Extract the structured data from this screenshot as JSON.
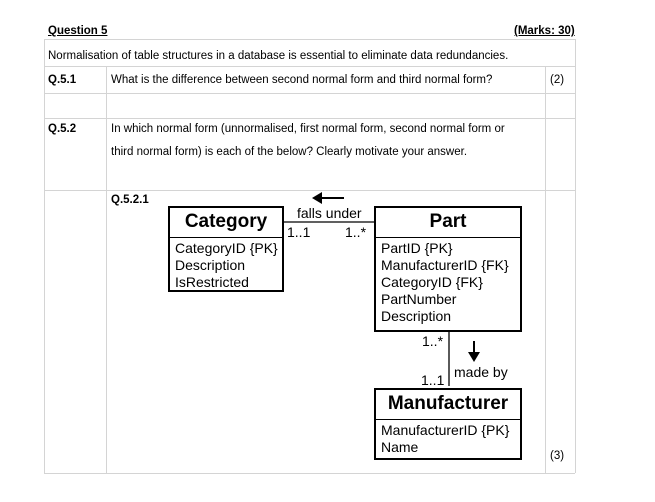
{
  "question": {
    "title": "Question 5",
    "marks": "(Marks: 30)",
    "intro": "Normalisation of table structures in a database is essential to eliminate data redundancies."
  },
  "q51": {
    "number": "Q.5.1",
    "text": "What is the difference between second normal form and third normal form?",
    "marks": "(2)"
  },
  "q52": {
    "number": "Q.5.2",
    "text_line1": "In which normal form (unnormalised, first normal form, second normal form or",
    "text_line2": "third normal form) is each of the below? Clearly motivate your answer."
  },
  "q521": {
    "number": "Q.5.2.1",
    "marks": "(3)"
  },
  "erd": {
    "category": {
      "name": "Category",
      "attributes": [
        "CategoryID {PK}",
        "Description",
        "IsRestricted"
      ]
    },
    "part": {
      "name": "Part",
      "attributes": [
        "PartID {PK}",
        "ManufacturerID {FK}",
        "CategoryID {FK}",
        "PartNumber",
        "Description"
      ]
    },
    "manufacturer": {
      "name": "Manufacturer",
      "attributes": [
        "ManufacturerID {PK}",
        "Name"
      ]
    },
    "rel_falls_under": {
      "label": "falls under",
      "mult_category": "1..1",
      "mult_part": "1..*",
      "arrow": "left-arrow-icon"
    },
    "rel_made_by": {
      "label": "made by",
      "mult_part": "1..*",
      "mult_manufacturer": "1..1",
      "arrow": "down-arrow-icon"
    }
  }
}
